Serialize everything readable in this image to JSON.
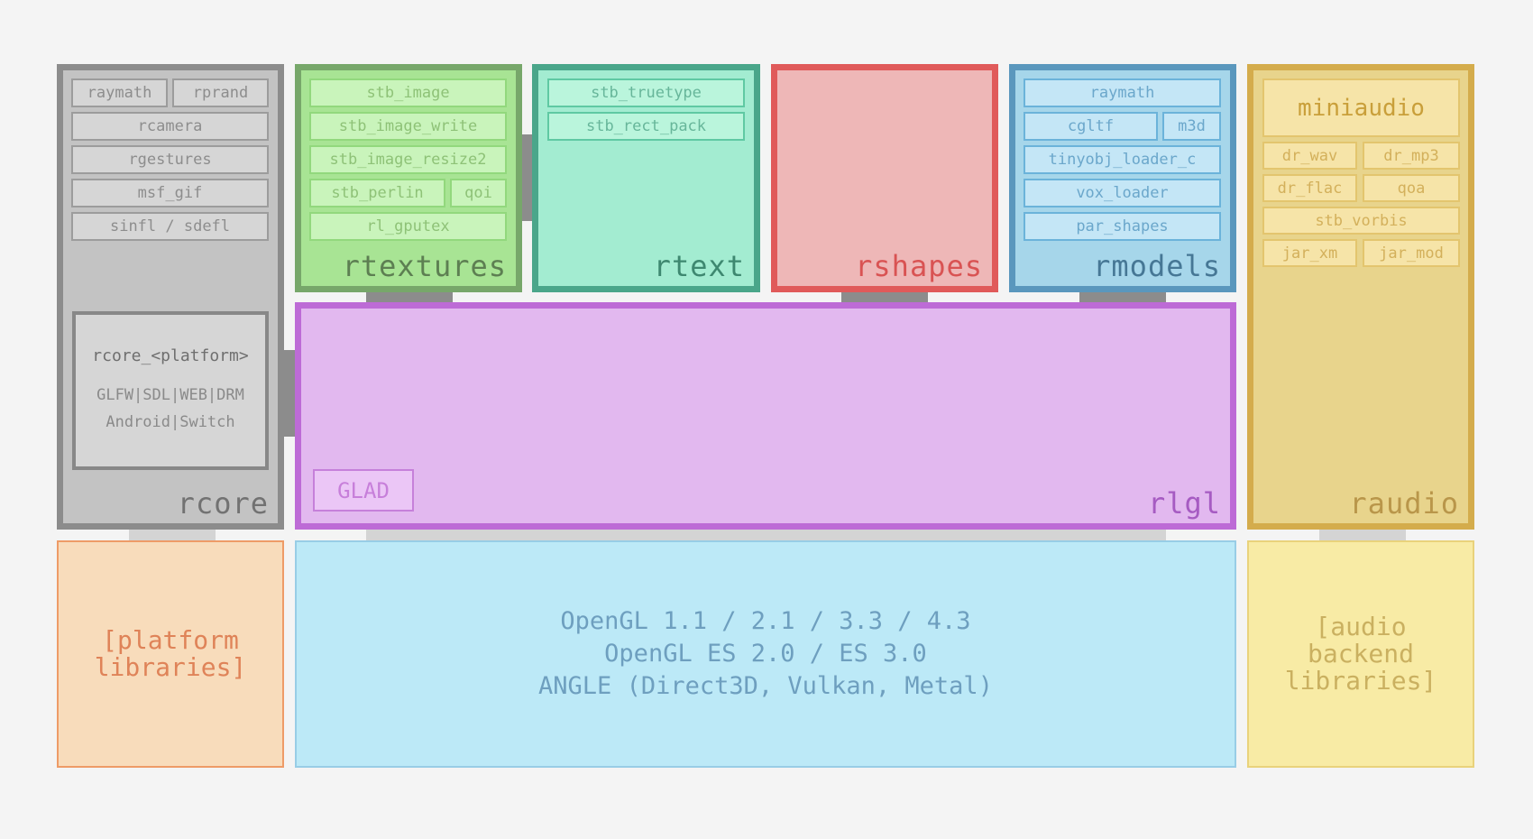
{
  "modules": {
    "rcore": {
      "title": "rcore",
      "items": [
        "raymath",
        "rprand",
        "rcamera",
        "rgestures",
        "msf_gif",
        "sinfl / sdefl"
      ],
      "platform": {
        "title": "rcore_<platform>",
        "line1": "GLFW|SDL|WEB|DRM",
        "line2": "Android|Switch"
      }
    },
    "rtextures": {
      "title": "rtextures",
      "items": [
        "stb_image",
        "stb_image_write",
        "stb_image_resize2",
        "stb_perlin",
        "qoi",
        "rl_gputex"
      ]
    },
    "rtext": {
      "title": "rtext",
      "items": [
        "stb_truetype",
        "stb_rect_pack"
      ]
    },
    "rshapes": {
      "title": "rshapes"
    },
    "rmodels": {
      "title": "rmodels",
      "items": [
        "raymath",
        "cgltf",
        "m3d",
        "tinyobj_loader_c",
        "vox_loader",
        "par_shapes"
      ]
    },
    "raudio": {
      "title": "raudio",
      "items": [
        "miniaudio",
        "dr_wav",
        "dr_mp3",
        "dr_flac",
        "qoa",
        "stb_vorbis",
        "jar_xm",
        "jar_mod"
      ]
    },
    "rlgl": {
      "title": "rlgl",
      "glad": "GLAD"
    }
  },
  "backends": {
    "platform": {
      "line1": "[platform",
      "line2": "libraries]"
    },
    "opengl": {
      "line1": "OpenGL 1.1 / 2.1 / 3.3 / 4.3",
      "line2": "OpenGL ES 2.0 / ES 3.0",
      "line3": "ANGLE (Direct3D, Vulkan, Metal)"
    },
    "audio": {
      "line1": "[audio",
      "line2": "backend",
      "line3": "libraries]"
    }
  },
  "colors": {
    "background": "#f4f4f4",
    "rcore": "#8c8c8c",
    "rtextures": "#77a76a",
    "rtext": "#4aa68a",
    "rshapes": "#e05a5a",
    "rmodels": "#5a97bd",
    "raudio": "#d4ac4c",
    "rlgl": "#bd6bd6"
  }
}
